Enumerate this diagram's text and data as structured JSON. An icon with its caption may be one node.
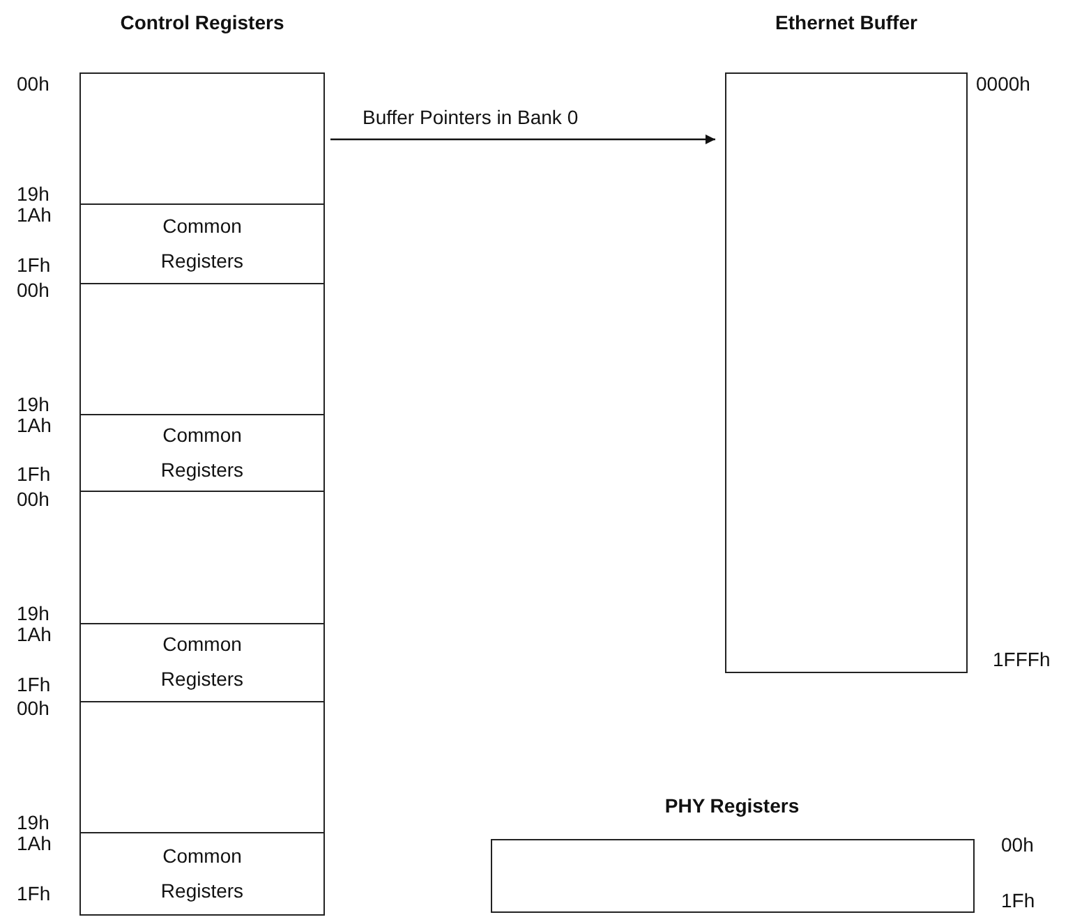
{
  "diagram": {
    "nodes": [
      {
        "text": [
          "Control Registers"
        ]
      },
      {
        "text": [],
        "shape": "box",
        "in": 0,
        "beside": [
          "00h",
          "19h"
        ]
      },
      {
        "text": [
          "Common Registers"
        ],
        "in": 0,
        "beside": [
          "1Ah",
          "1Fh"
        ]
      },
      {
        "text": [],
        "shape": "box",
        "in": 0,
        "beside": [
          "00h",
          "19h"
        ]
      },
      {
        "text": [
          "Common Registers"
        ],
        "in": 0,
        "beside": [
          "1Ah",
          "1Fh"
        ]
      },
      {
        "text": [],
        "shape": "box",
        "in": 0,
        "beside": [
          "00h",
          "19h"
        ]
      },
      {
        "text": [
          "Common Registers"
        ],
        "in": 0,
        "beside": [
          "1Ah",
          "1Fh"
        ]
      },
      {
        "text": [],
        "shape": "box",
        "in": 0,
        "beside": [
          "00h",
          "19h"
        ]
      },
      {
        "text": [
          "Common Registers"
        ],
        "in": 0,
        "beside": [
          "1Ah",
          "1Fh"
        ]
      },
      {
        "text": [
          "Ethernet Buffer"
        ],
        "beside": [
          "0000h",
          "1FFFh"
        ]
      },
      {
        "text": [
          "PHY Registers"
        ],
        "beside": [
          "00h",
          "1Fh"
        ]
      }
    ],
    "edges": [
      {
        "from": 1,
        "to": 9,
        "arrow": "to",
        "label": "Buffer Pointers in Bank 0"
      }
    ]
  }
}
